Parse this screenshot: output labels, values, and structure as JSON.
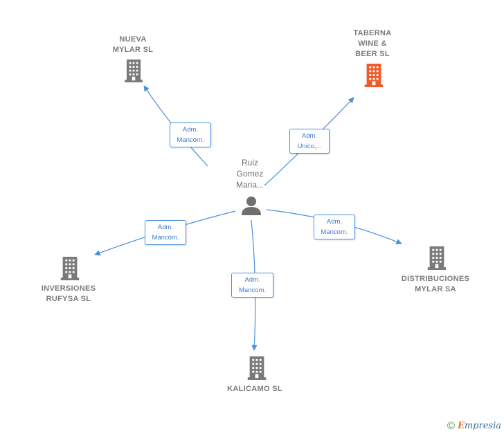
{
  "center": {
    "label": "Ruiz\nGomez\nMaria..."
  },
  "nodes": [
    {
      "id": "nueva",
      "label": "NUEVA\nMYLAR SL",
      "color": "#7a7a7a"
    },
    {
      "id": "taberna",
      "label": "TABERNA\nWINE &\nBEER  SL",
      "color": "#f05a28"
    },
    {
      "id": "inversiones",
      "label": "INVERSIONES\nRUFYSA SL",
      "color": "#7a7a7a"
    },
    {
      "id": "distribuciones",
      "label": "DISTRIBUCIONES\nMYLAR SA",
      "color": "#7a7a7a"
    },
    {
      "id": "kalicamo",
      "label": "KALICAMO SL",
      "color": "#7a7a7a"
    }
  ],
  "edges": [
    {
      "to": "nueva",
      "label": "Adm.\nMancom."
    },
    {
      "to": "taberna",
      "label": "Adm.\nUnico,..."
    },
    {
      "to": "inversiones",
      "label": "Adm.\nMancom."
    },
    {
      "to": "distribuciones",
      "label": "Adm.\nMancom."
    },
    {
      "to": "kalicamo",
      "label": "Adm.\nMancom."
    }
  ],
  "colors": {
    "edge": "#4a90d9",
    "building": "#7a7a7a",
    "highlight": "#f05a28",
    "person": "#6f6f6f"
  },
  "watermark": {
    "copyright": "©",
    "brand_initial": "E",
    "brand_rest": "mpresia"
  }
}
